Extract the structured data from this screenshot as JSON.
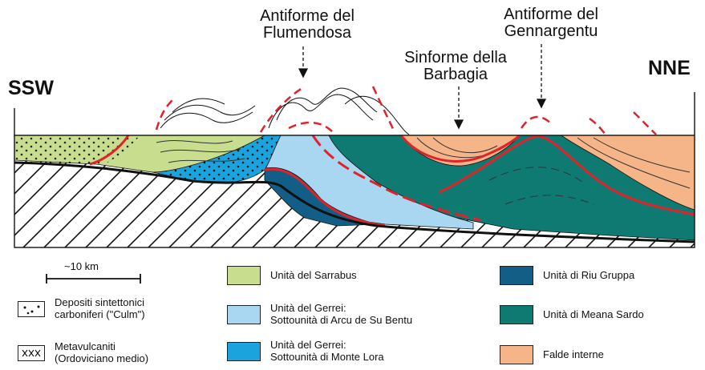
{
  "section": {
    "left_end": "SSW",
    "right_end": "NNE",
    "structures": [
      {
        "line1": "Antiforme del",
        "line2": "Flumendosa"
      },
      {
        "line1": "Sinforme della",
        "line2": "Barbagia"
      },
      {
        "line1": "Antiforme del",
        "line2": "Gennargentu"
      }
    ]
  },
  "scale_bar": {
    "label": "~10 km"
  },
  "colors": {
    "sarrabus": "#c9dd8e",
    "arcu_de_su_bentu": "#a9d6f0",
    "monte_lora": "#1aa3dd",
    "riu_gruppa": "#125e86",
    "meana_sardo": "#0f7a72",
    "falde_interne": "#f6b589",
    "basement_hatch": "#111111",
    "thrust": "#e0232a"
  },
  "legend": [
    {
      "key": "culm",
      "lines": [
        "Depositi sintettonici",
        "carboniferi (\"Culm\")"
      ],
      "pattern": "dots-icon"
    },
    {
      "key": "metavulcaniti",
      "lines": [
        "Metavulcaniti",
        "(Ordoviciano medio)"
      ],
      "pattern": "crosses-icon"
    },
    {
      "key": "sarrabus",
      "lines": [
        "Unità del Sarrabus"
      ]
    },
    {
      "key": "arcu",
      "lines": [
        "Unità del Gerrei:",
        "Sottounità di Arcu de Su Bentu"
      ]
    },
    {
      "key": "lora",
      "lines": [
        "Unità del Gerrei:",
        "Sottounità di Monte Lora"
      ]
    },
    {
      "key": "riu",
      "lines": [
        "Unità di Riu Gruppa"
      ]
    },
    {
      "key": "meana",
      "lines": [
        "Unità di Meana Sardo"
      ]
    },
    {
      "key": "falde",
      "lines": [
        "Falde interne"
      ]
    }
  ]
}
